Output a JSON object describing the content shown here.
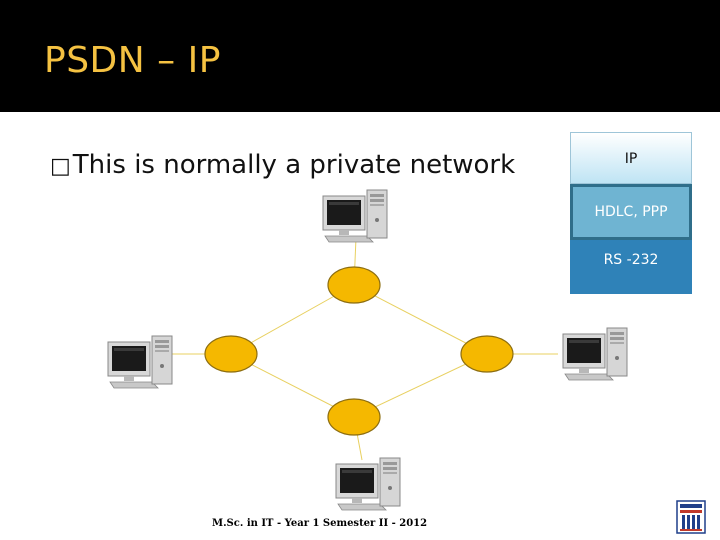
{
  "slide": {
    "title": "PSDN – IP",
    "bullet_glyph": "□",
    "bullet_text": "This is normally a private network",
    "footer": "M.Sc. in IT - Year 1 Semester II - 2012"
  },
  "protocol_stack": [
    {
      "label": "IP"
    },
    {
      "label": "HDLC, PPP"
    },
    {
      "label": "RS -232"
    }
  ],
  "colors": {
    "title": "#f5c242",
    "title_bar": "#000000",
    "node_fill": "#f5b800",
    "link": "#e8d060"
  },
  "icons": [
    "desktop-computer-icon",
    "network-node-icon",
    "university-logo-icon"
  ]
}
